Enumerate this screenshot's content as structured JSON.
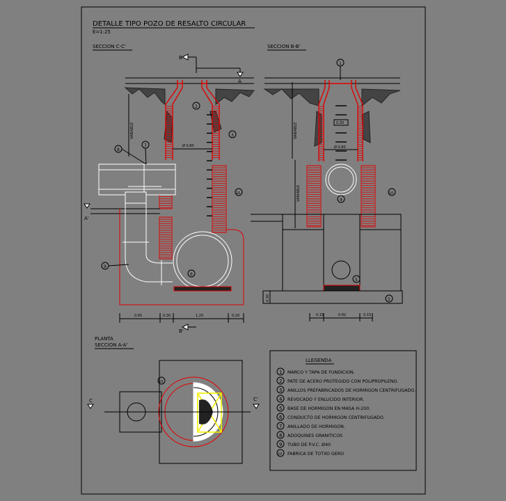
{
  "title": "DETALLE TIPO POZO DE RESALTO CIRCULAR",
  "scale": "E=1:25",
  "section_cc": "SECCION C-C'",
  "section_bb": "SECCION B-B'",
  "planta_label": "PLANTA",
  "section_aa": "SECCION A-A'",
  "cut_labels": {
    "b_top": "B",
    "a_right": "A",
    "a_left": "A'",
    "b_bottom": "B'",
    "c_left": "C",
    "c_right": "C'"
  },
  "variable_label": "VARIABLE",
  "diameter_label": "Ø 0.80",
  "diameter_label_b": "Ø 0.80",
  "small_dim": "0.30",
  "dims_cc": [
    "0.65",
    "0.30",
    "1.20",
    "0.20"
  ],
  "dims_bb": [
    "0.15",
    "0.82",
    "0.15"
  ],
  "dim_side": "0.30",
  "legend": {
    "title": "LLEGENDA",
    "items": [
      {
        "num": "1",
        "text": "MARCO Y TAPA DE FUNDICION."
      },
      {
        "num": "2",
        "text": "PATE DE ACERO PROTEGIDO CON POLIPROPILENO."
      },
      {
        "num": "3",
        "text": "ANILLOS PREFABRICADOS DE HORMIGON CENTRIFUGADO."
      },
      {
        "num": "4",
        "text": "REVOCADO Y ENLUCIDO INTERIOR."
      },
      {
        "num": "5",
        "text": "BASE DE HORMIGON EN MASA H-200."
      },
      {
        "num": "6",
        "text": "CONDUCTO DE HORMIGON CENTRIFUGADO."
      },
      {
        "num": "7",
        "text": "ANILLADO DE HORMIGON."
      },
      {
        "num": "8",
        "text": "ADOQUINES GRANITICOS"
      },
      {
        "num": "9",
        "text": "TUBO DE P.V.C. Ø40"
      },
      {
        "num": "10",
        "text": "FABRICA DE TOTXO GERO"
      }
    ]
  },
  "callouts": [
    "1",
    "2",
    "3",
    "4",
    "5",
    "6",
    "7",
    "8",
    "9",
    "10"
  ],
  "colors": {
    "background": "#808080",
    "lines": "#000000",
    "accent_red": "#e00000",
    "white": "#ffffff",
    "yellow": "#f0f000"
  }
}
